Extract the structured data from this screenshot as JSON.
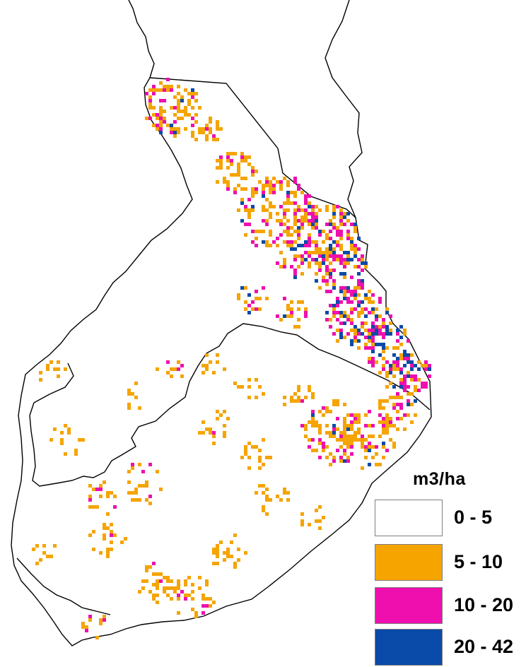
{
  "map": {
    "background": "#ffffff",
    "outline_color": "#000000"
  },
  "legend": {
    "unit": "m3/ha",
    "classes": [
      {
        "label": "0 - 5",
        "color": "#ffffff"
      },
      {
        "label": "5 - 10",
        "color": "#f5a400"
      },
      {
        "label": "10 - 20",
        "color": "#ee0fae"
      },
      {
        "label": "20 - 42",
        "color": "#0a4aa8"
      }
    ]
  }
}
